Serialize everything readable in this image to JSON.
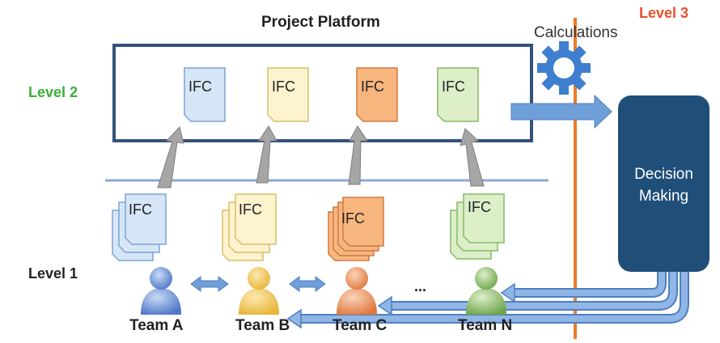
{
  "title": "Project Platform",
  "levels": {
    "level1": "Level 1",
    "level2": "Level 2",
    "level3": "Level 3"
  },
  "calculations_label": "Calculations",
  "decision": {
    "line1": "Decision",
    "line2": "Making"
  },
  "doc_label": "IFC",
  "ellipsis": "...",
  "colors": {
    "frame": "#34527a",
    "level2": "#3aae3a",
    "level3": "#e8502a",
    "decision_box": "#1f4e79",
    "arrow": "#6f9fd8",
    "gear": "#3e7fd0",
    "divider": "#8aa9d6"
  },
  "teams": [
    {
      "label": "Team A",
      "doc_fill": "#d6e6f7",
      "doc_stroke": "#7ba3d5",
      "icon": "person-blue-icon",
      "person_color": "#4f77c8"
    },
    {
      "label": "Team B",
      "doc_fill": "#fdf3cf",
      "doc_stroke": "#d5bf68",
      "icon": "person-yellow-icon",
      "person_color": "#e8b53a"
    },
    {
      "label": "Team C",
      "doc_fill": "#f8b67f",
      "doc_stroke": "#d07a40",
      "icon": "person-orange-icon",
      "person_color": "#e0793e"
    },
    {
      "label": "Team N",
      "doc_fill": "#dcefc9",
      "doc_stroke": "#88b866",
      "icon": "person-green-icon",
      "person_color": "#6fa64a"
    }
  ]
}
